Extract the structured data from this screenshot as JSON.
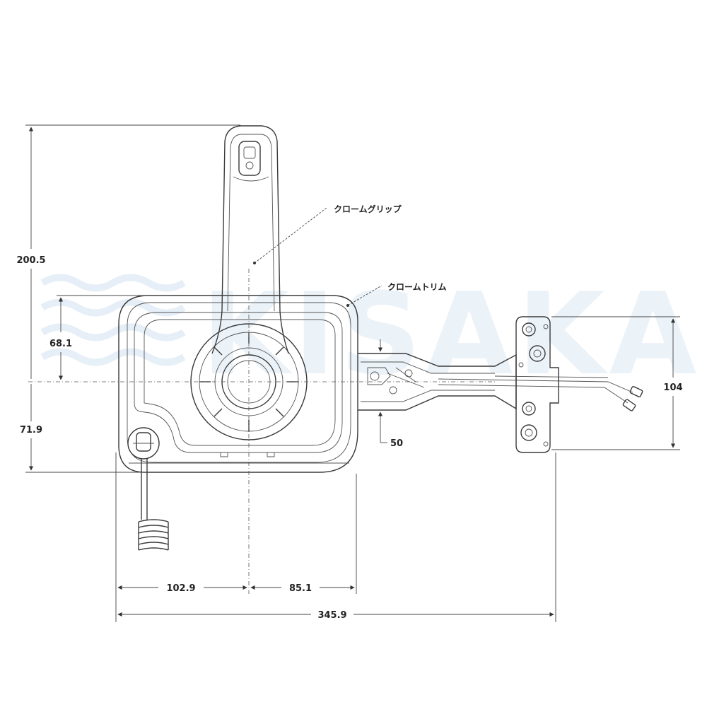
{
  "watermark": {
    "text": "KISAKA"
  },
  "callouts": {
    "chrome_grip": "クロームグリップ",
    "chrome_trim": "クロームトリム"
  },
  "dimensions": {
    "height_total": "200.5",
    "upper_height": "68.1",
    "lower_height": "71.9",
    "bracket_height": "104",
    "bracket_offset": "50",
    "left_width": "102.9",
    "right_width": "85.1",
    "total_width": "345.9"
  }
}
